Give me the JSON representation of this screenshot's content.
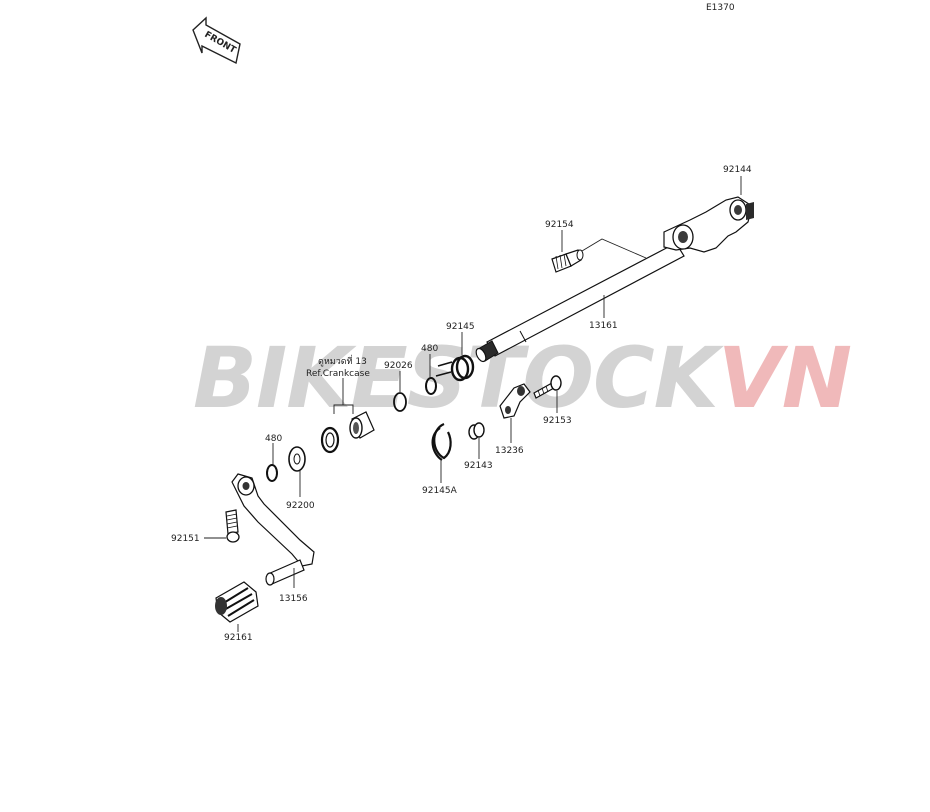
{
  "diagram": {
    "code": "E1370",
    "front_label": "FRONT",
    "ref_note_line1": "ดูหมวดที่ 13",
    "ref_note_line2": "Ref.Crankcase",
    "watermark": {
      "part1": "BIKESTOCK",
      "part2": "VN",
      "part1_color": "#d3d3d3",
      "part2_color": "#f0b9ba"
    },
    "labels": {
      "p92144": "92144",
      "p92154": "92154",
      "p13161": "13161",
      "p92145": "92145",
      "p480_top": "480",
      "p92026": "92026",
      "p92153": "92153",
      "p13236": "13236",
      "p92143": "92143",
      "p92145A": "92145A",
      "p480_left": "480",
      "p92200": "92200",
      "p92151": "92151",
      "p13156": "13156",
      "p92161": "92161"
    }
  }
}
